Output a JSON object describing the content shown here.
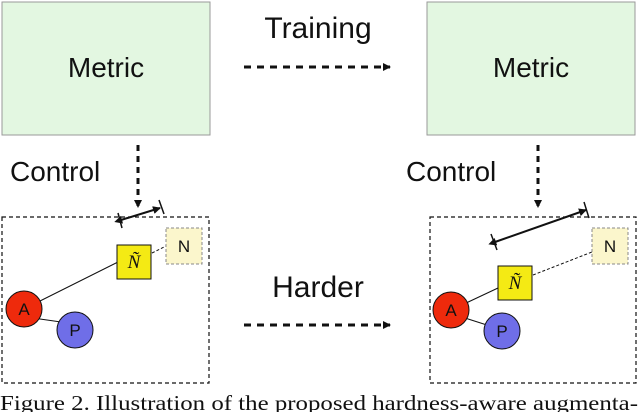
{
  "left_panel": {
    "metric_label": "Metric",
    "control_label": "Control",
    "nodes": {
      "anchor": "A",
      "positive": "P",
      "negative": "N",
      "synthetic": "Ñ"
    }
  },
  "right_panel": {
    "metric_label": "Metric",
    "control_label": "Control",
    "nodes": {
      "anchor": "A",
      "positive": "P",
      "negative": "N",
      "synthetic": "Ñ"
    }
  },
  "arrows": {
    "training_label": "Training",
    "harder_label": "Harder"
  },
  "caption": "Figure 2. Illustration of the proposed hardness-aware augmenta-",
  "colors": {
    "metric_box": "#e3f7e1",
    "anchor": "#ee2a0c",
    "positive": "#6f6ee8",
    "synthetic": "#f4ea14",
    "negative": "#fbf6cc"
  }
}
